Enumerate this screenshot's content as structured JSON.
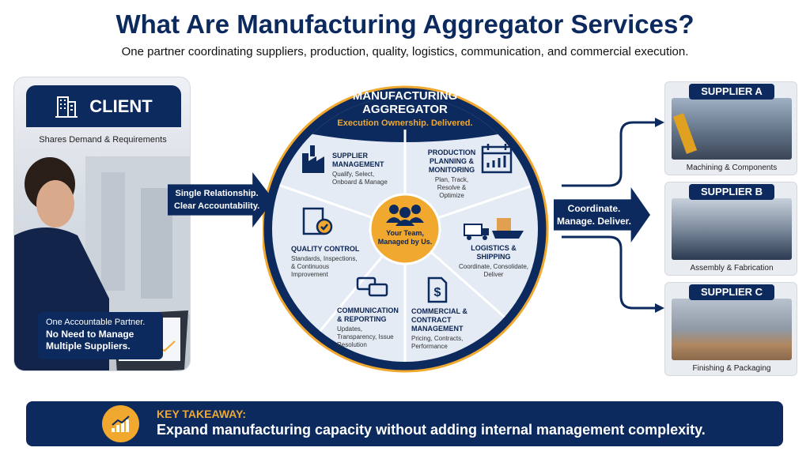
{
  "title": "What Are Manufacturing Aggregator Services?",
  "subtitle": "One partner coordinating suppliers, production, quality, logistics, communication, and commercial execution.",
  "colors": {
    "navy": "#0c2a5e",
    "gold": "#f0a82e",
    "panel": "#e4ebf5"
  },
  "client": {
    "icon": "building-icon",
    "title": "CLIENT",
    "subtitle": "Shares Demand & Requirements",
    "note_line1": "One Accountable Partner.",
    "note_line2": "No Need to Manage Multiple Suppliers."
  },
  "arrow_left": {
    "line1": "Single Relationship.",
    "line2": "Clear Accountability."
  },
  "aggregator": {
    "title_line1": "MANUFACTURING",
    "title_line2": "AGGREGATOR",
    "tagline": "Execution Ownership. Delivered.",
    "center_icon": "team-icon",
    "center_text_line1": "Your Team,",
    "center_text_line2": "Managed by Us.",
    "segments": [
      {
        "icon": "factory-icon",
        "title": "SUPPLIER MANAGEMENT",
        "desc": "Qualify, Select, Onboard & Manage"
      },
      {
        "icon": "calendar-chart-icon",
        "title": "PRODUCTION PLANNING & MONITORING",
        "desc": "Plan, Track, Resolve & Optimize"
      },
      {
        "icon": "truck-ship-icon",
        "title": "LOGISTICS & SHIPPING",
        "desc": "Coordinate, Consolidate, Deliver"
      },
      {
        "icon": "dollar-document-icon",
        "title": "COMMERCIAL & CONTRACT MANAGEMENT",
        "desc": "Pricing, Contracts, Performance"
      },
      {
        "icon": "chat-bubbles-icon",
        "title": "COMMUNICATION & REPORTING",
        "desc": "Updates, Transparency, Issue Resolution"
      },
      {
        "icon": "clipboard-check-icon",
        "title": "QUALITY CONTROL",
        "desc": "Standards, Inspections, & Continuous Improvement"
      }
    ]
  },
  "arrow_right": {
    "line1": "Coordinate.",
    "line2": "Manage. Deliver."
  },
  "suppliers": [
    {
      "name": "SUPPLIER A",
      "caption": "Machining & Components"
    },
    {
      "name": "SUPPLIER B",
      "caption": "Assembly & Fabrication"
    },
    {
      "name": "SUPPLIER C",
      "caption": "Finishing & Packaging"
    }
  ],
  "takeaway": {
    "icon": "growth-chart-icon",
    "label": "KEY TAKEAWAY:",
    "text": "Expand manufacturing capacity without adding internal management complexity."
  }
}
